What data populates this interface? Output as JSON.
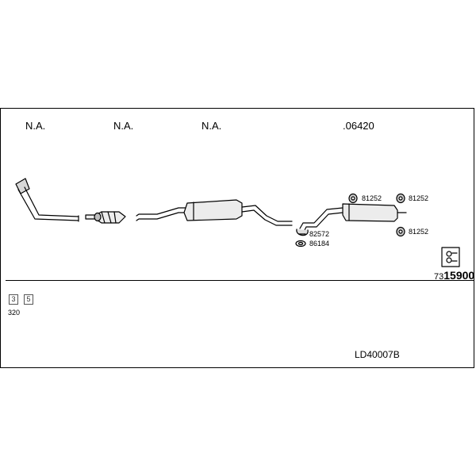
{
  "header_labels": [
    "N.A.",
    "N.A.",
    "N.A.",
    ".06420"
  ],
  "callouts": {
    "c81252_a": "81252",
    "c81252_b": "81252",
    "c81252_c": "81252",
    "c82572": "82572",
    "c86184": "86184"
  },
  "part_number": {
    "prefix": "73",
    "main": "15900"
  },
  "legend": {
    "box1": "3",
    "box2": "5",
    "value": "320"
  },
  "drawing_code": "LD40007B"
}
